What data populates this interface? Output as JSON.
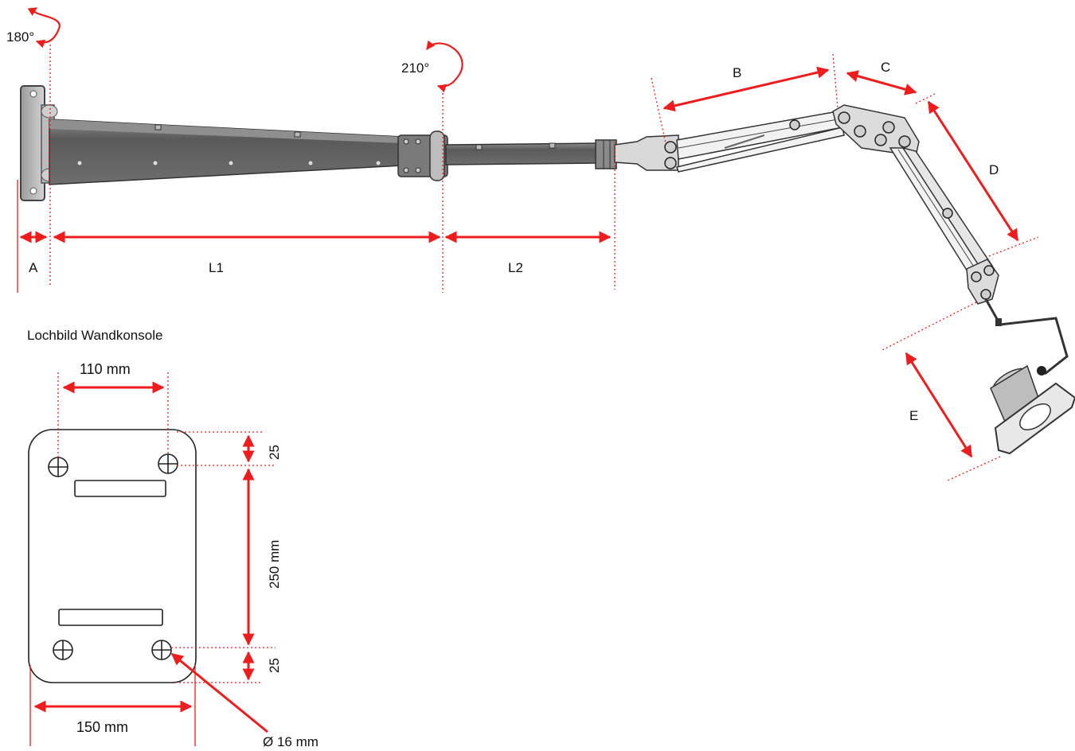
{
  "colors": {
    "dimension": "#ee1c1c",
    "steel_dark": "#4a4a4a",
    "steel_mid": "#6e6e6e",
    "steel_light": "#a9a9a9",
    "outline": "#222222"
  },
  "arm": {
    "rotation_wall": "180°",
    "rotation_joint": "210°",
    "labels": {
      "a": "A",
      "l1": "L1",
      "l2": "L2",
      "b": "B",
      "c": "C",
      "d": "D",
      "e": "E"
    }
  },
  "plate": {
    "title": "Lochbild Wandkonsole",
    "top_width": "110 mm",
    "top_offset": "25",
    "hole_spacing": "250 mm",
    "bottom_offset": "25",
    "width": "150 mm",
    "hole_diameter": "Ø 16 mm"
  }
}
